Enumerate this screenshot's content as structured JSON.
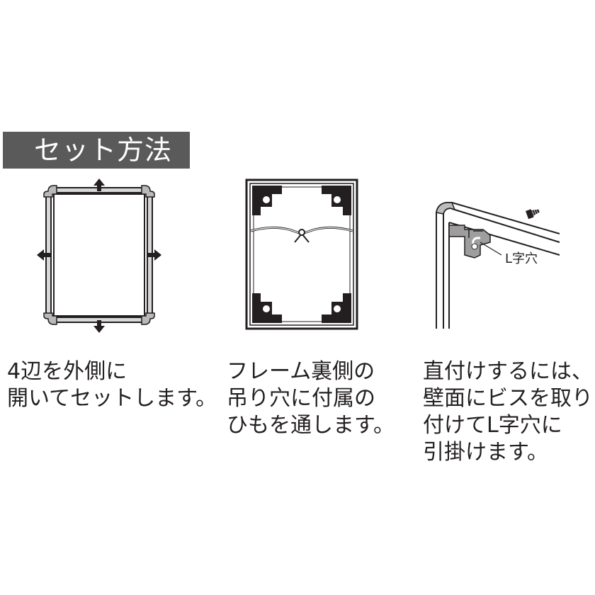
{
  "section_title": "セット方法",
  "steps": [
    {
      "lines": [
        "4辺を外側に",
        "開いてセットします。"
      ]
    },
    {
      "lines": [
        "フレーム裏側の",
        "吊り穴に付属の",
        "ひもを通します。"
      ]
    },
    {
      "lines": [
        "直付けするには、",
        "壁面にビスを取り",
        "付けてL字穴に",
        "引掛けます。"
      ]
    }
  ],
  "figure3_label": "L字穴"
}
